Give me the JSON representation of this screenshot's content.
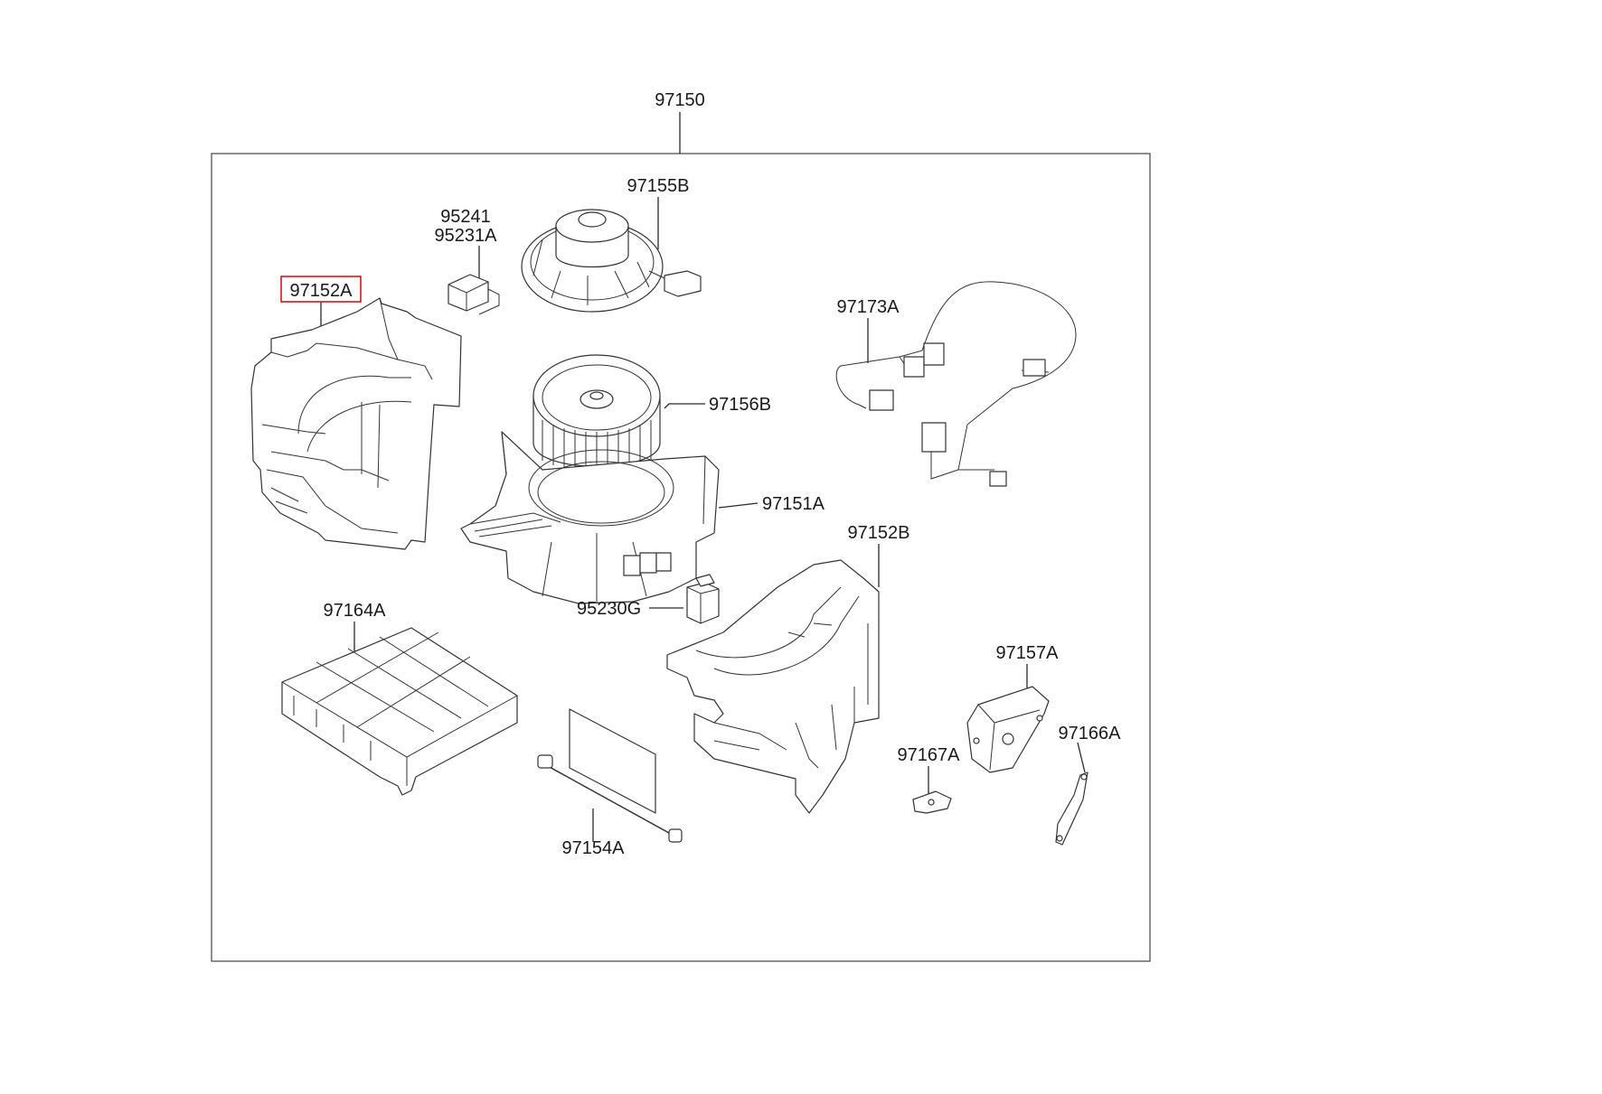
{
  "diagram": {
    "assembly_label": "97150",
    "selected_part": "97152A",
    "highlight_color": "#d8161b",
    "parts": [
      {
        "id": "p-97152A",
        "label": "97152A"
      },
      {
        "id": "p-95241",
        "label": "95241"
      },
      {
        "id": "p-95231A",
        "label": "95231A"
      },
      {
        "id": "p-97155B",
        "label": "97155B"
      },
      {
        "id": "p-97173A",
        "label": "97173A"
      },
      {
        "id": "p-97156B",
        "label": "97156B"
      },
      {
        "id": "p-97151A",
        "label": "97151A"
      },
      {
        "id": "p-97152B",
        "label": "97152B"
      },
      {
        "id": "p-95230G",
        "label": "95230G"
      },
      {
        "id": "p-97164A",
        "label": "97164A"
      },
      {
        "id": "p-97157A",
        "label": "97157A"
      },
      {
        "id": "p-97166A",
        "label": "97166A"
      },
      {
        "id": "p-97167A",
        "label": "97167A"
      },
      {
        "id": "p-97154A",
        "label": "97154A"
      }
    ]
  }
}
